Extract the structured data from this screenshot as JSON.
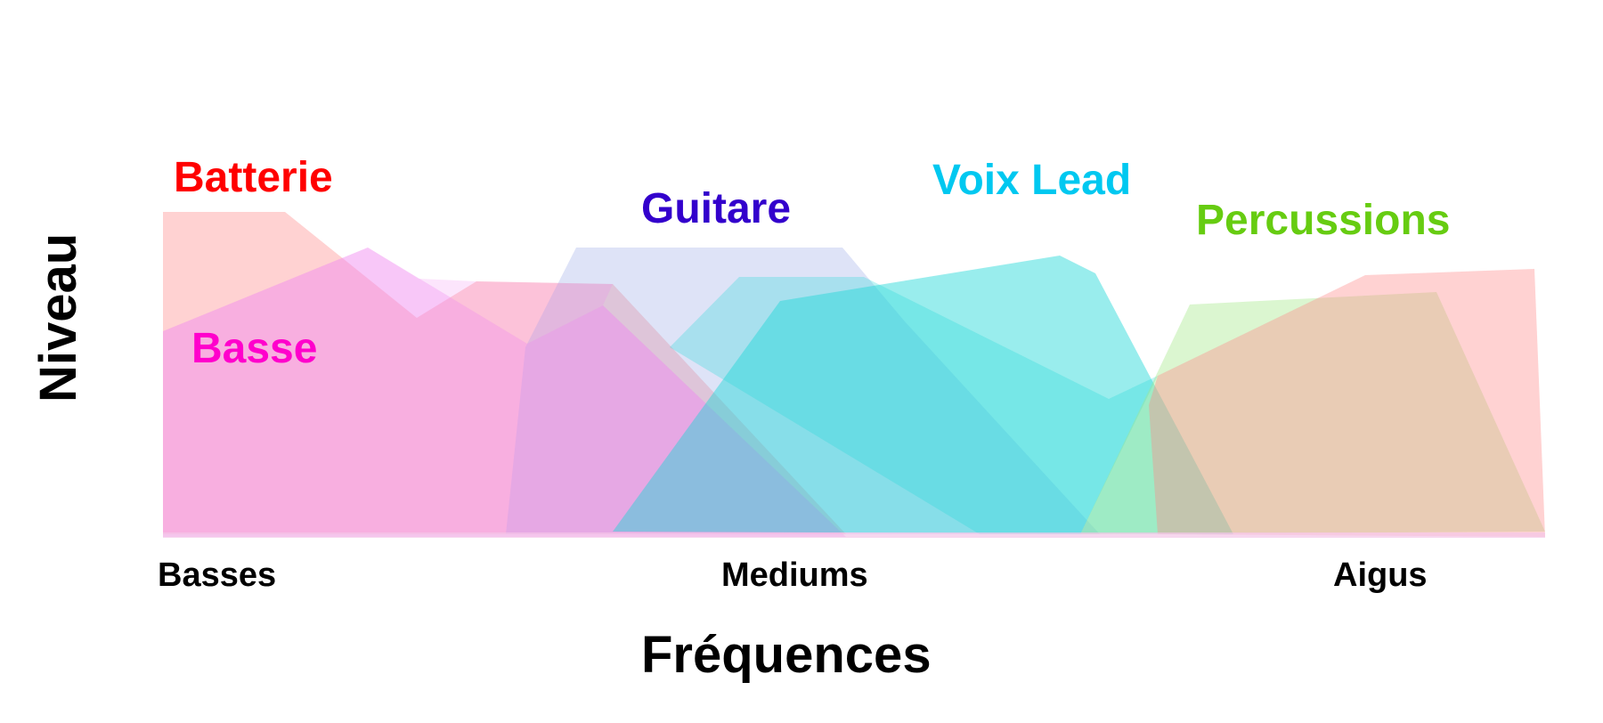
{
  "axes": {
    "x_title": "Fréquences",
    "y_title": "Niveau",
    "x_ticks": [
      "Basses",
      "Mediums",
      "Aigus"
    ]
  },
  "instruments": [
    {
      "key": "batterie",
      "label": "Batterie",
      "color": "#FF0000",
      "fill": "#FF8A8A"
    },
    {
      "key": "basse",
      "label": "Basse",
      "color": "#FF00CC",
      "fill": "#F08AF0"
    },
    {
      "key": "guitare",
      "label": "Guitare",
      "color": "#3300CC",
      "fill": "#A0AEE8"
    },
    {
      "key": "voix",
      "label": "Voix Lead",
      "color": "#00C8F0",
      "fill": "#1DD6D6"
    },
    {
      "key": "percussions",
      "label": "Percussions",
      "color": "#66CC11",
      "fill": "#A6E88A"
    }
  ]
}
